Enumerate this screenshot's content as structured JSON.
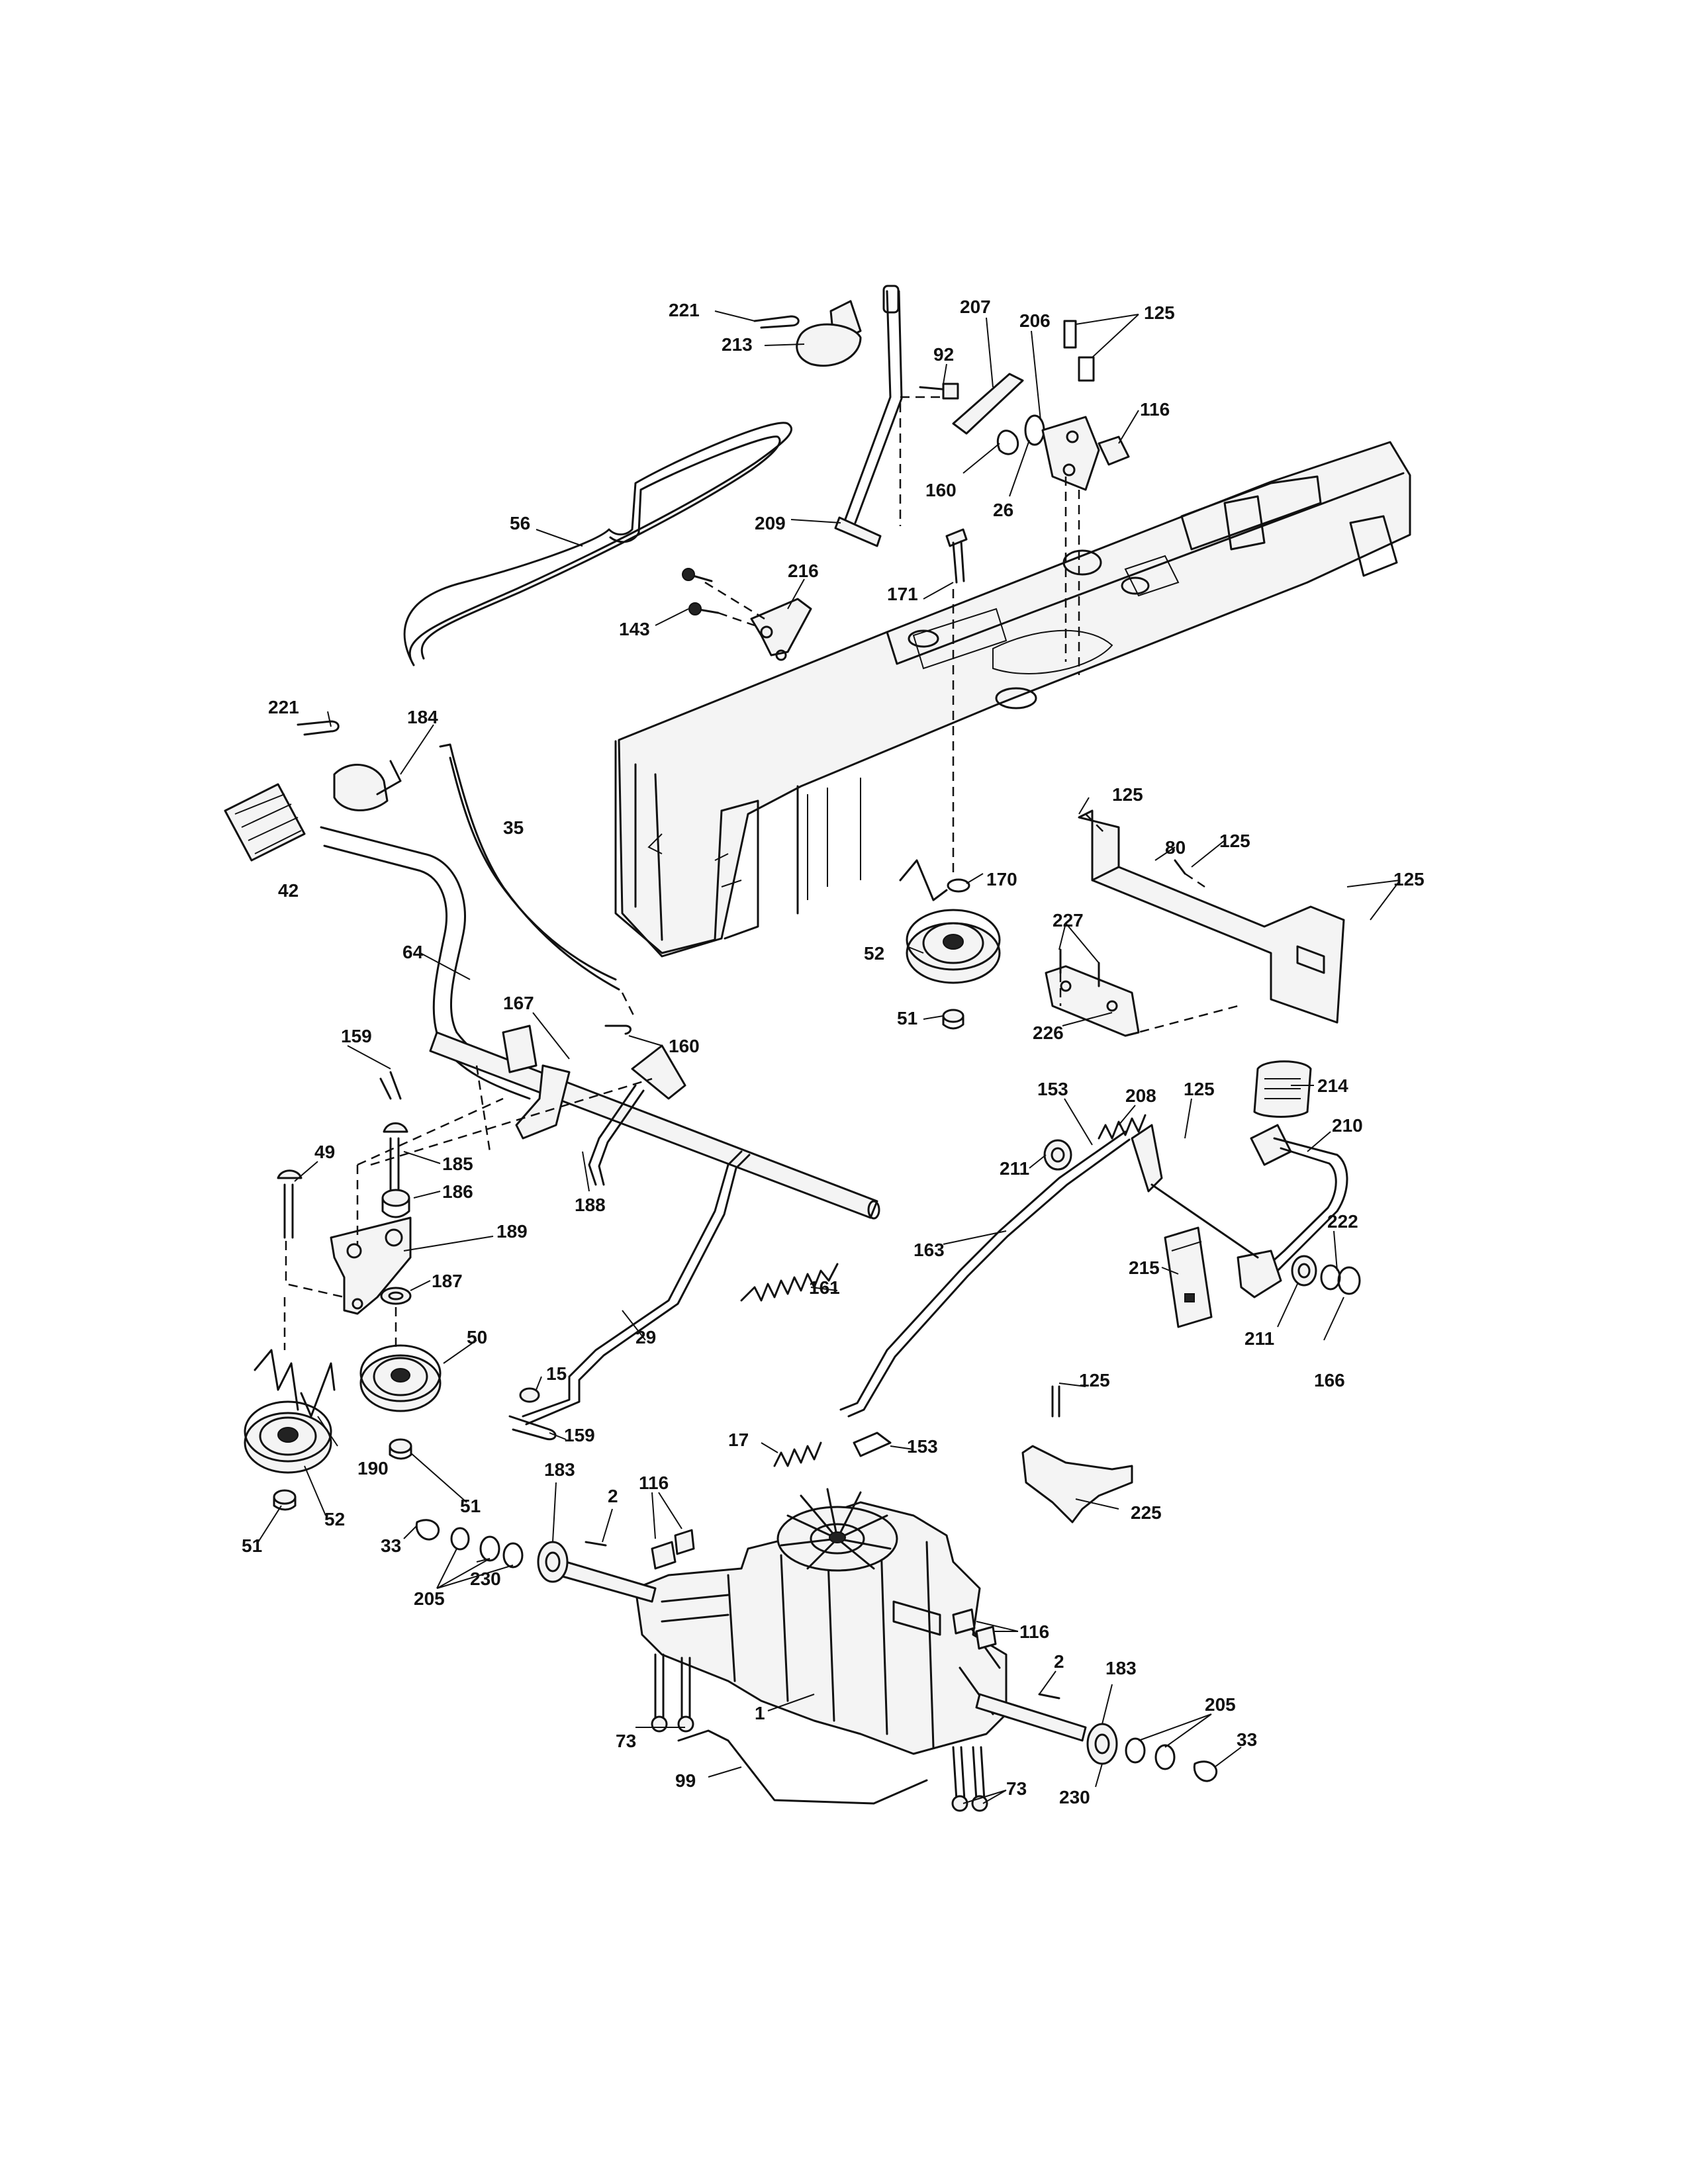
{
  "diagram": {
    "callouts": [
      {
        "id": "c221a",
        "text": "221"
      },
      {
        "id": "c213",
        "text": "213"
      },
      {
        "id": "c92",
        "text": "92"
      },
      {
        "id": "c207",
        "text": "207"
      },
      {
        "id": "c206",
        "text": "206"
      },
      {
        "id": "c125a",
        "text": "125"
      },
      {
        "id": "c116a",
        "text": "116"
      },
      {
        "id": "c160a",
        "text": "160"
      },
      {
        "id": "c26",
        "text": "26"
      },
      {
        "id": "c56",
        "text": "56"
      },
      {
        "id": "c209",
        "text": "209"
      },
      {
        "id": "c216",
        "text": "216"
      },
      {
        "id": "c171",
        "text": "171"
      },
      {
        "id": "c143",
        "text": "143"
      },
      {
        "id": "c221b",
        "text": "221"
      },
      {
        "id": "c184",
        "text": "184"
      },
      {
        "id": "c35",
        "text": "35"
      },
      {
        "id": "c42",
        "text": "42"
      },
      {
        "id": "c125b",
        "text": "125"
      },
      {
        "id": "c125c",
        "text": "125"
      },
      {
        "id": "c80",
        "text": "80"
      },
      {
        "id": "c125d",
        "text": "125"
      },
      {
        "id": "c170",
        "text": "170"
      },
      {
        "id": "c227",
        "text": "227"
      },
      {
        "id": "c52a",
        "text": "52"
      },
      {
        "id": "c64",
        "text": "64"
      },
      {
        "id": "c167",
        "text": "167"
      },
      {
        "id": "c51a",
        "text": "51"
      },
      {
        "id": "c226",
        "text": "226"
      },
      {
        "id": "c160b",
        "text": "160"
      },
      {
        "id": "c159a",
        "text": "159"
      },
      {
        "id": "c214",
        "text": "214"
      },
      {
        "id": "c153a",
        "text": "153"
      },
      {
        "id": "c208",
        "text": "208"
      },
      {
        "id": "c125e",
        "text": "125"
      },
      {
        "id": "c210",
        "text": "210"
      },
      {
        "id": "c49",
        "text": "49"
      },
      {
        "id": "c185",
        "text": "185"
      },
      {
        "id": "c211a",
        "text": "211"
      },
      {
        "id": "c186",
        "text": "186"
      },
      {
        "id": "c188",
        "text": "188"
      },
      {
        "id": "c189",
        "text": "189"
      },
      {
        "id": "c222",
        "text": "222"
      },
      {
        "id": "c163",
        "text": "163"
      },
      {
        "id": "c187",
        "text": "187"
      },
      {
        "id": "c161",
        "text": "161"
      },
      {
        "id": "c215",
        "text": "215"
      },
      {
        "id": "c211b",
        "text": "211"
      },
      {
        "id": "c166",
        "text": "166"
      },
      {
        "id": "c50",
        "text": "50"
      },
      {
        "id": "c29",
        "text": "29"
      },
      {
        "id": "c125f",
        "text": "125"
      },
      {
        "id": "c15",
        "text": "15"
      },
      {
        "id": "c159b",
        "text": "159"
      },
      {
        "id": "c17",
        "text": "17"
      },
      {
        "id": "c153b",
        "text": "153"
      },
      {
        "id": "c190",
        "text": "190"
      },
      {
        "id": "c51b",
        "text": "51"
      },
      {
        "id": "c52b",
        "text": "52"
      },
      {
        "id": "c183a",
        "text": "183"
      },
      {
        "id": "c116b",
        "text": "116"
      },
      {
        "id": "c2a",
        "text": "2"
      },
      {
        "id": "c225",
        "text": "225"
      },
      {
        "id": "c51c",
        "text": "51"
      },
      {
        "id": "c33a",
        "text": "33"
      },
      {
        "id": "c230a",
        "text": "230"
      },
      {
        "id": "c205a",
        "text": "205"
      },
      {
        "id": "c116c",
        "text": "116"
      },
      {
        "id": "c2b",
        "text": "2"
      },
      {
        "id": "c183b",
        "text": "183"
      },
      {
        "id": "c1",
        "text": "1"
      },
      {
        "id": "c73a",
        "text": "73"
      },
      {
        "id": "c205b",
        "text": "205"
      },
      {
        "id": "c33b",
        "text": "33"
      },
      {
        "id": "c99",
        "text": "99"
      },
      {
        "id": "c73b",
        "text": "73"
      },
      {
        "id": "c230b",
        "text": "230"
      }
    ]
  }
}
